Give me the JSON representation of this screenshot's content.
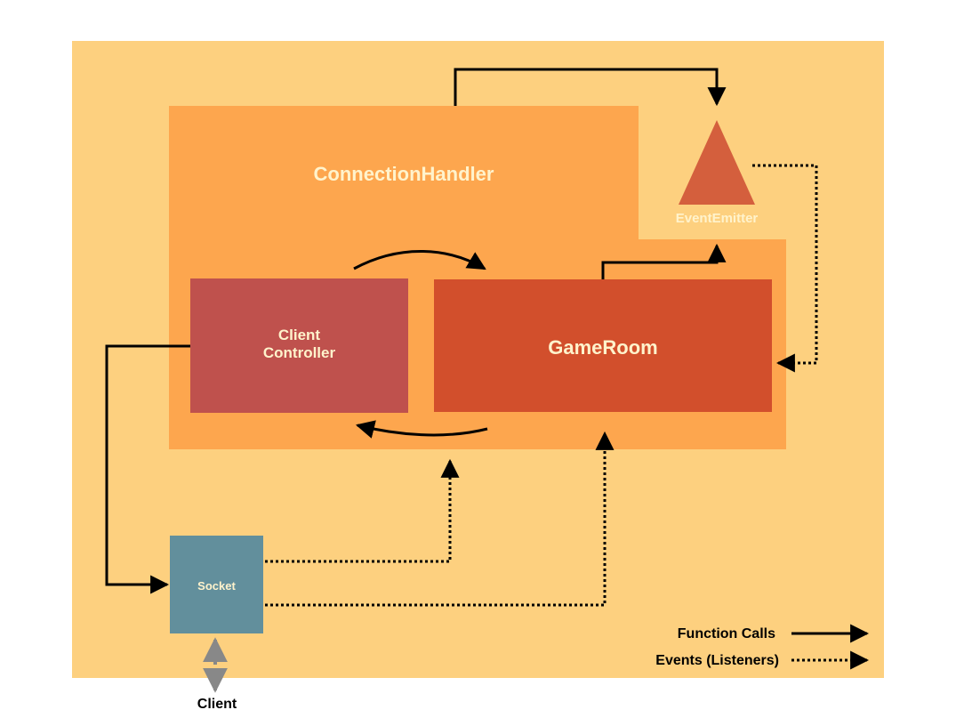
{
  "diagram": {
    "title": "ConnectionHandler",
    "components": {
      "client_controller": "Client\nController",
      "game_room": "GameRoom",
      "event_emitter": "EventEmitter",
      "socket": "Socket",
      "client": "Client"
    },
    "legend": {
      "function_calls": "Function Calls",
      "events": "Events (Listeners)"
    },
    "colors": {
      "outer_background": "#fdd07f",
      "connection_handler": "#fda64e",
      "client_controller": "#bf514d",
      "game_room": "#d24f2c",
      "event_emitter": "#d45f3d",
      "socket": "#628f9c",
      "client_arrow": "#888888"
    }
  }
}
